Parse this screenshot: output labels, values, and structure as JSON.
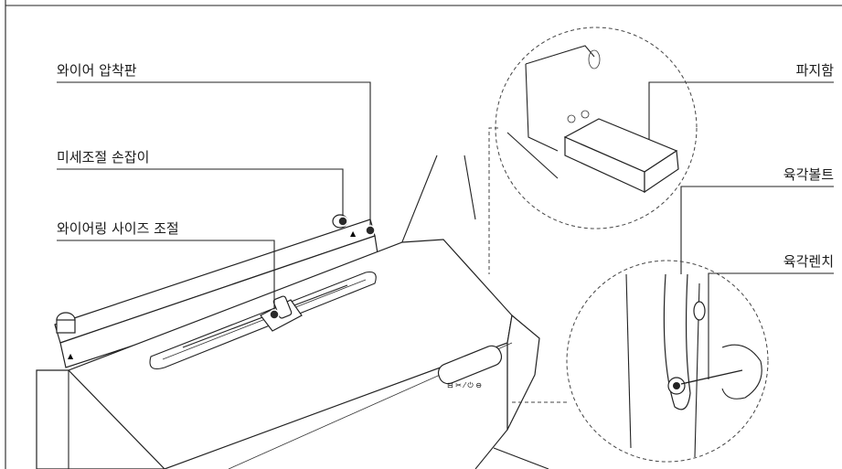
{
  "labels": {
    "wire_press_plate": "와이어 압착판",
    "fine_adjust_knob": "미세조절 손잡이",
    "wire_ring_size": "와이어링 사이즈 조절",
    "punch_waste_box": "파지함",
    "hex_bolt": "육각볼트",
    "hex_wrench": "육각렌치"
  }
}
